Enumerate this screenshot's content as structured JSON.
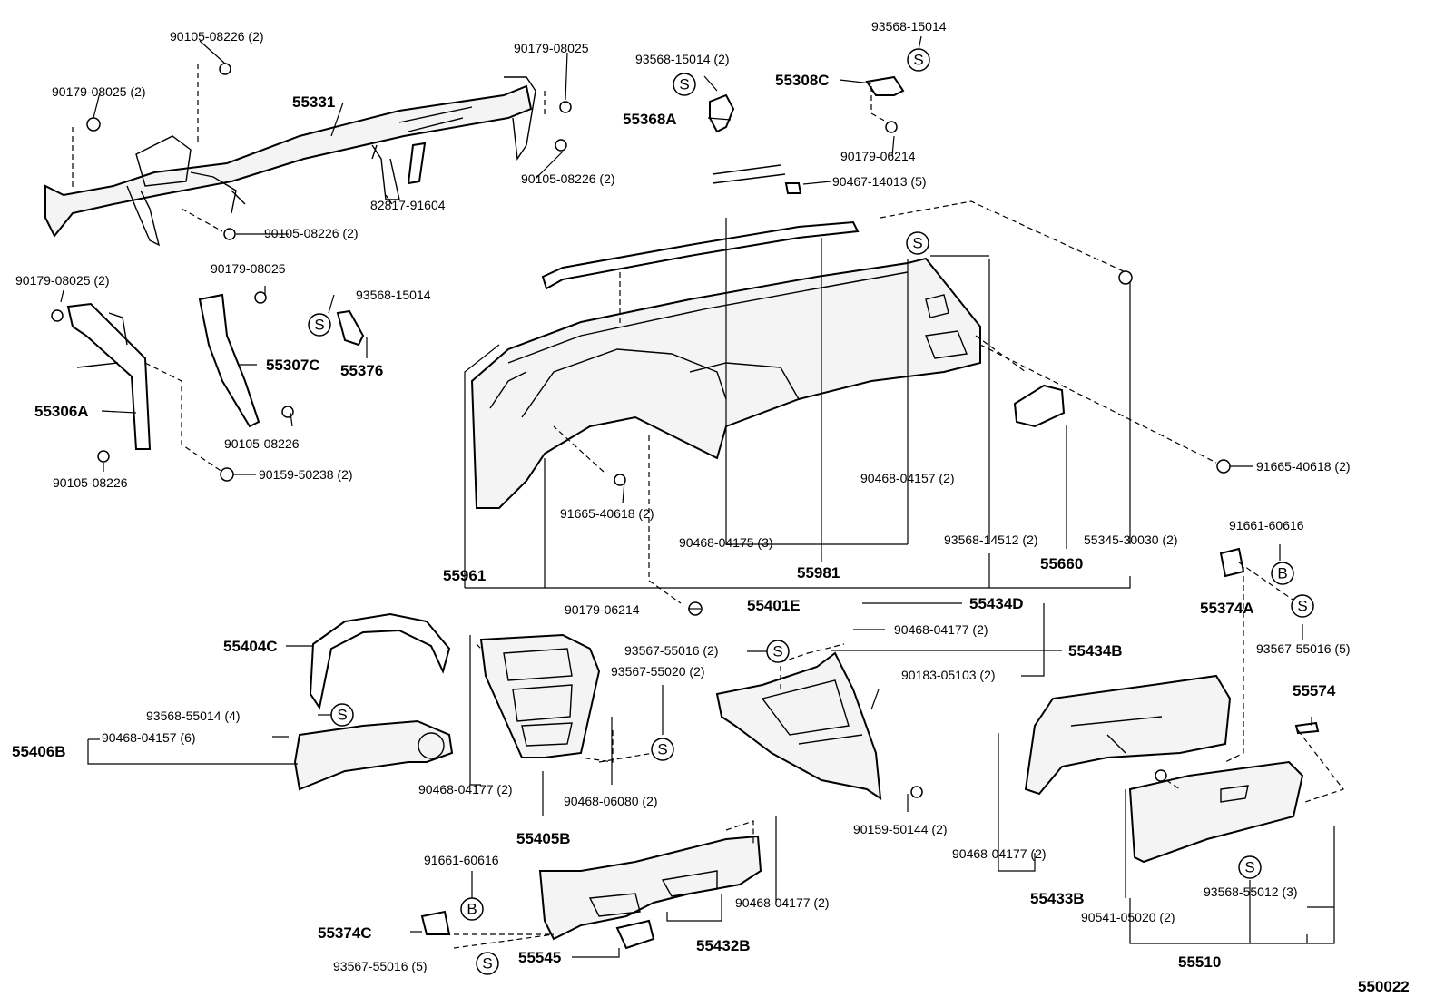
{
  "diagram_id": "550022",
  "labels": {
    "p_90105_08226_top": "90105-08226 (2)",
    "p_90179_08025_top": "90179-08025",
    "p_93568_15014_2": "93568-15014 (2)",
    "p_93568_15014_tr": "93568-15014",
    "p_55308C": "55308C",
    "p_90179_08025_2_left": "90179-08025 (2)",
    "p_55331": "55331",
    "p_55368A": "55368A",
    "p_90105_08226_2_right": "90105-08226 (2)",
    "p_90179_06214_tr": "90179-06214",
    "p_82817_91604": "82817-91604",
    "p_90467_14013": "90467-14013 (5)",
    "p_90105_08226_2_mid": "90105-08226 (2)",
    "p_90179_08025_2_mid": "90179-08025 (2)",
    "p_90179_08025_b": "90179-08025",
    "p_93568_15014_b": "93568-15014",
    "p_55307C": "55307C",
    "p_55376": "55376",
    "p_55306A": "55306A",
    "p_90105_08226_c": "90105-08226",
    "p_90105_08226_d": "90105-08226",
    "p_90159_50238": "90159-50238 (2)",
    "p_91665_40618_right": "91665-40618 (2)",
    "p_90468_04157_2": "90468-04157 (2)",
    "p_91665_40618_mid": "91665-40618 (2)",
    "p_90468_04175": "90468-04175 (3)",
    "p_93568_14512": "93568-14512 (2)",
    "p_55345_30030": "55345-30030 (2)",
    "p_91661_60616_top": "91661-60616",
    "p_55961": "55961",
    "p_55981": "55981",
    "p_55660": "55660",
    "p_90179_06214_b": "90179-06214",
    "p_55401E": "55401E",
    "p_55374A": "55374A",
    "p_55434D": "55434D",
    "p_90468_04177_a": "90468-04177 (2)",
    "p_55434B": "55434B",
    "p_93567_55016_5_right": "93567-55016 (5)",
    "p_55404C": "55404C",
    "p_93567_55016_2": "93567-55016 (2)",
    "p_93567_55020": "93567-55020 (2)",
    "p_90183_05103": "90183-05103 (2)",
    "p_55574": "55574",
    "p_93568_55014": "93568-55014 (4)",
    "p_90468_04157_6": "90468-04157 (6)",
    "p_55406B": "55406B",
    "p_90468_04177_b": "90468-04177 (2)",
    "p_90468_06080": "90468-06080 (2)",
    "p_90159_50144": "90159-50144 (2)",
    "p_55405B": "55405B",
    "p_90468_04177_c": "90468-04177 (2)",
    "p_91661_60616_b": "91661-60616",
    "p_90468_04177_d": "90468-04177 (2)",
    "p_55433B": "55433B",
    "p_93568_55012": "93568-55012 (3)",
    "p_90541_05020": "90541-05020 (2)",
    "p_55374C": "55374C",
    "p_55432B": "55432B",
    "p_55545": "55545",
    "p_93567_55016_5_b": "93567-55016 (5)",
    "p_55510": "55510"
  },
  "symbols": {
    "s": "S",
    "b": "B"
  }
}
